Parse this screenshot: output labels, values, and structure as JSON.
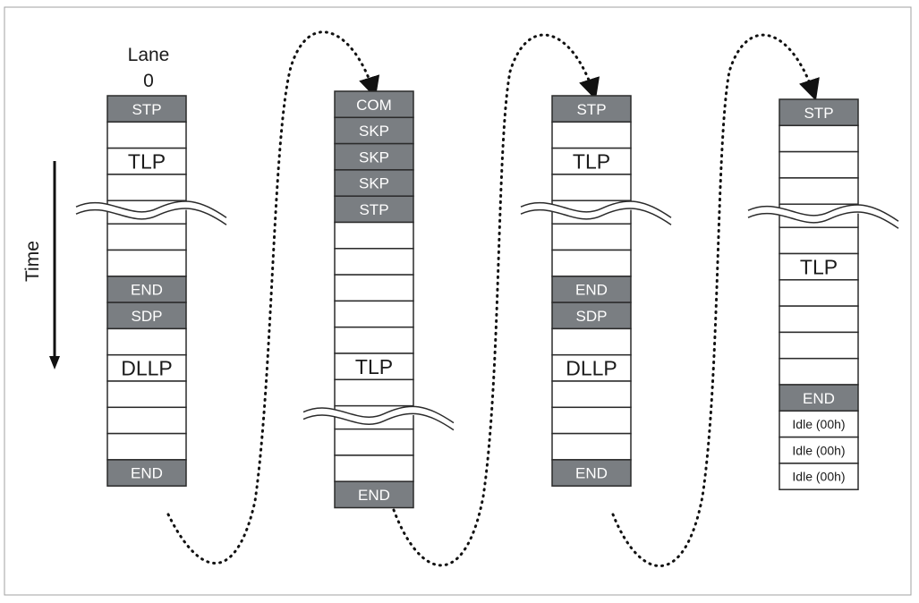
{
  "lane_header": {
    "line1": "Lane",
    "line2": "0"
  },
  "time_label": "Time",
  "columns": [
    {
      "id": "col1",
      "cells": [
        {
          "text": "STP",
          "shaded": true
        },
        {
          "text": "",
          "shaded": false
        },
        {
          "text": "TLP",
          "shaded": false,
          "large": true
        },
        {
          "text": "",
          "shaded": false
        },
        {
          "break": true
        },
        {
          "text": "",
          "shaded": false
        },
        {
          "text": "",
          "shaded": false
        },
        {
          "text": "END",
          "shaded": true
        },
        {
          "text": "SDP",
          "shaded": true
        },
        {
          "text": "",
          "shaded": false
        },
        {
          "text": "DLLP",
          "shaded": false,
          "large": true
        },
        {
          "text": "",
          "shaded": false
        },
        {
          "text": "",
          "shaded": false
        },
        {
          "text": "",
          "shaded": false
        },
        {
          "text": "END",
          "shaded": true
        }
      ]
    },
    {
      "id": "col2",
      "cells": [
        {
          "text": "COM",
          "shaded": true
        },
        {
          "text": "SKP",
          "shaded": true
        },
        {
          "text": "SKP",
          "shaded": true
        },
        {
          "text": "SKP",
          "shaded": true
        },
        {
          "text": "STP",
          "shaded": true
        },
        {
          "text": "",
          "shaded": false
        },
        {
          "text": "",
          "shaded": false
        },
        {
          "text": "",
          "shaded": false
        },
        {
          "text": "",
          "shaded": false
        },
        {
          "text": "",
          "shaded": false
        },
        {
          "text": "TLP",
          "shaded": false,
          "large": true
        },
        {
          "text": "",
          "shaded": false
        },
        {
          "break": true
        },
        {
          "text": "",
          "shaded": false
        },
        {
          "text": "",
          "shaded": false
        },
        {
          "text": "END",
          "shaded": true
        }
      ]
    },
    {
      "id": "col3",
      "cells": [
        {
          "text": "STP",
          "shaded": true
        },
        {
          "text": "",
          "shaded": false
        },
        {
          "text": "TLP",
          "shaded": false,
          "large": true
        },
        {
          "text": "",
          "shaded": false
        },
        {
          "break": true
        },
        {
          "text": "",
          "shaded": false
        },
        {
          "text": "",
          "shaded": false
        },
        {
          "text": "END",
          "shaded": true
        },
        {
          "text": "SDP",
          "shaded": true
        },
        {
          "text": "",
          "shaded": false
        },
        {
          "text": "DLLP",
          "shaded": false,
          "large": true
        },
        {
          "text": "",
          "shaded": false
        },
        {
          "text": "",
          "shaded": false
        },
        {
          "text": "",
          "shaded": false
        },
        {
          "text": "END",
          "shaded": true
        }
      ]
    },
    {
      "id": "col4",
      "cells": [
        {
          "text": "STP",
          "shaded": true
        },
        {
          "text": "",
          "shaded": false
        },
        {
          "text": "",
          "shaded": false
        },
        {
          "text": "",
          "shaded": false
        },
        {
          "break": true
        },
        {
          "text": "",
          "shaded": false
        },
        {
          "text": "TLP",
          "shaded": false,
          "large": true
        },
        {
          "text": "",
          "shaded": false
        },
        {
          "text": "",
          "shaded": false
        },
        {
          "text": "",
          "shaded": false
        },
        {
          "text": "",
          "shaded": false
        },
        {
          "text": "END",
          "shaded": true
        },
        {
          "text": "Idle (00h)",
          "shaded": false,
          "small": true
        },
        {
          "text": "Idle (00h)",
          "shaded": false,
          "small": true
        },
        {
          "text": "Idle (00h)",
          "shaded": false,
          "small": true
        }
      ]
    }
  ],
  "colors": {
    "shaded_fill": "#7a7e82",
    "shaded_text": "#ffffff",
    "cell_border": "#2b2b2b",
    "frame_border": "#a0a0a0",
    "text": "#1a1a1a"
  }
}
